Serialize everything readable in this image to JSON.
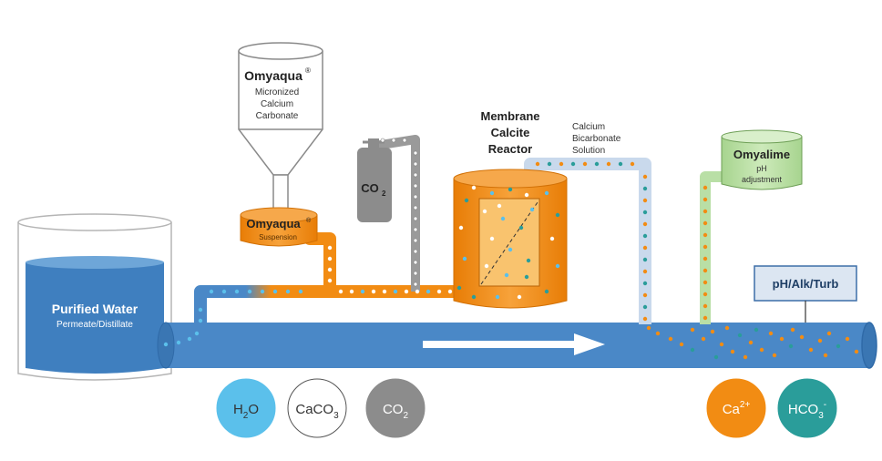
{
  "colors": {
    "water_blue": "#3f7fbf",
    "pipe_blue": "#4a88c7",
    "orange": "#f28c13",
    "gray": "#8c8c8c",
    "light_blue": "#c9d9ec",
    "green": "#b9dfa6",
    "dot_blue": "#5bc0eb",
    "dot_teal": "#2a9d9a",
    "dot_orange": "#f28c13"
  },
  "tank": {
    "title": "Purified Water",
    "subtitle": "Permeate/Distillate"
  },
  "hopper": {
    "brand": "Omyaqua",
    "reg": "®",
    "line1": "Micronized",
    "line2": "Calcium",
    "line3": "Carbonate"
  },
  "suspension": {
    "brand": "Omyaqua",
    "reg": "®",
    "label": "Suspension"
  },
  "co2_cylinder": {
    "main": "CO",
    "sub": "2"
  },
  "reactor": {
    "line1": "Membrane",
    "line2": "Calcite",
    "line3": "Reactor"
  },
  "solution_label": {
    "line1": "Calcium",
    "line2": "Bicarbonate",
    "line3": "Solution"
  },
  "omyalime": {
    "title": "Omyalime",
    "line1": "pH",
    "line2": "adjustment"
  },
  "sensor": {
    "label": "pH/Alk/Turb"
  },
  "legend": [
    {
      "main": "H",
      "sub": "2",
      "tail": "O",
      "sup": "",
      "fill": "#5bc0eb",
      "text_color": "#333333"
    },
    {
      "main": "CaCO",
      "sub": "3",
      "tail": "",
      "sup": "",
      "fill": "#ffffff",
      "text_color": "#333333"
    },
    {
      "main": "CO",
      "sub": "2",
      "tail": "",
      "sup": "",
      "fill": "#8c8c8c",
      "text_color": "#ffffff"
    },
    {
      "main": "Ca",
      "sub": "",
      "tail": "",
      "sup": "2+",
      "fill": "#f28c13",
      "text_color": "#ffffff"
    },
    {
      "main": "HCO",
      "sub": "3",
      "tail": "",
      "sup": "-",
      "fill": "#2a9d9a",
      "text_color": "#ffffff"
    }
  ]
}
